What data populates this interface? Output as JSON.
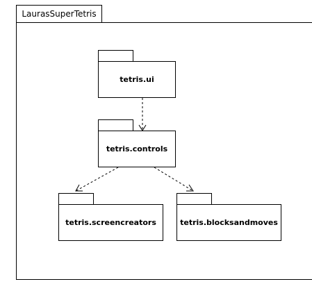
{
  "diagram": {
    "type": "uml-package-diagram",
    "container": {
      "name": "LaurasSuperTetris"
    },
    "packages": [
      {
        "id": "ui",
        "name": "tetris.ui"
      },
      {
        "id": "controls",
        "name": "tetris.controls"
      },
      {
        "id": "screencreators",
        "name": "tetris.screencreators"
      },
      {
        "id": "blocksandmoves",
        "name": "tetris.blocksandmoves"
      }
    ],
    "dependencies": [
      {
        "from": "ui",
        "to": "controls"
      },
      {
        "from": "controls",
        "to": "screencreators"
      },
      {
        "from": "controls",
        "to": "blocksandmoves"
      }
    ],
    "colors": {
      "stroke": "#000000",
      "fill": "#ffffff"
    }
  }
}
